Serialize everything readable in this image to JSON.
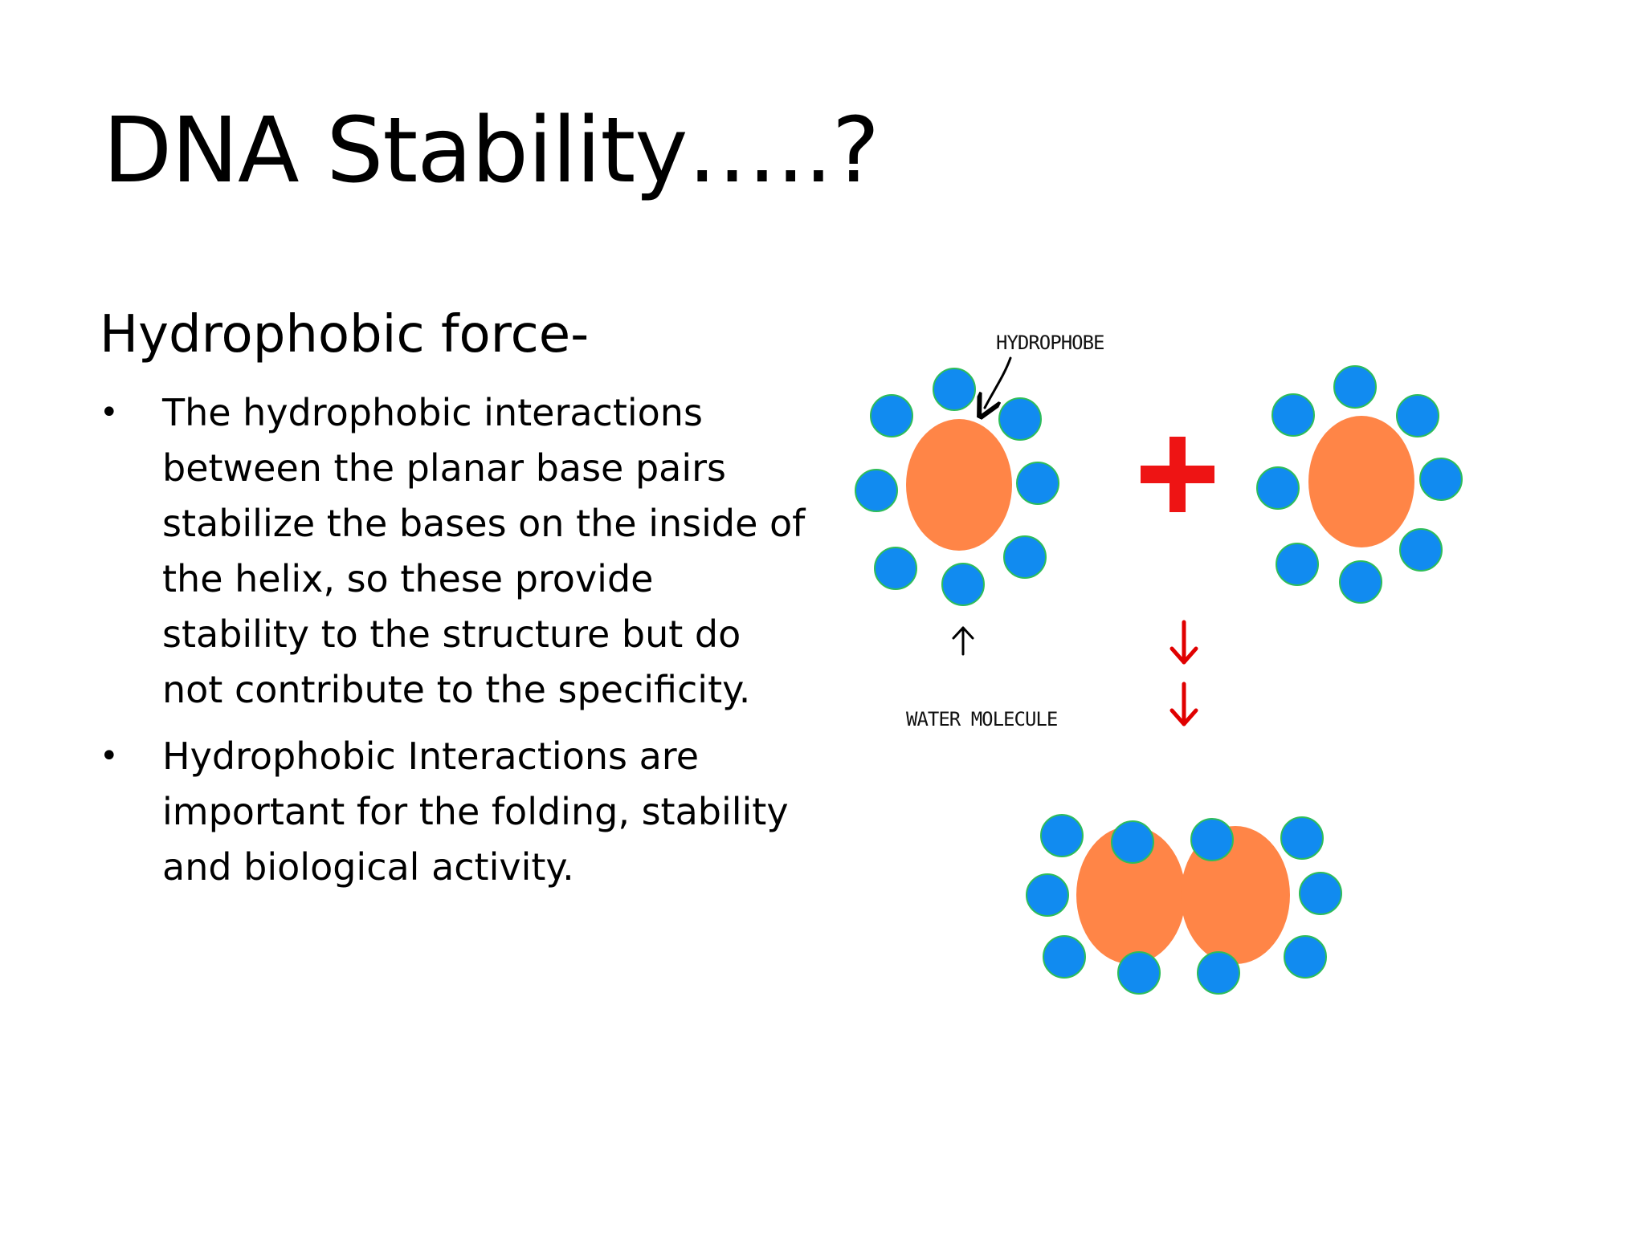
{
  "slide": {
    "title": "DNA Stability…..?",
    "subtitle": "Hydrophobic force-",
    "bullets": [
      "The hydrophobic interactions between the planar base pairs stabilize the bases on the inside of the helix, so these provide stability to the structure but do not contribute to the specificity.",
      "Hydrophobic Interactions are important for the folding, stability and biological activity."
    ]
  },
  "diagram": {
    "labels": {
      "hydrophobe": "HYDROPHOBE",
      "water_molecule": "WATER MOLECULE"
    },
    "colors": {
      "hydrophobe": "#ff8547",
      "water": "#118bf0",
      "water_edge": "#2ebd5a",
      "plus": "#ee1414",
      "reaction_arrow": "#e00000",
      "pointer_arrow": "#000000"
    }
  }
}
